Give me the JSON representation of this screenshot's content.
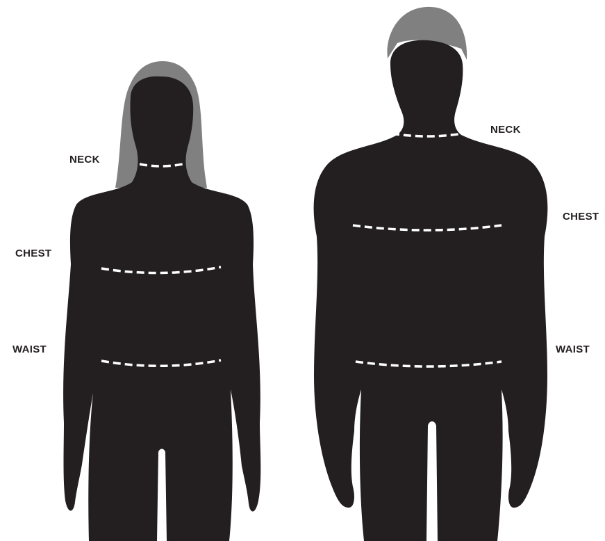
{
  "figures": {
    "female": {
      "labels": {
        "neck": "NECK",
        "chest": "CHEST",
        "waist": "WAIST"
      }
    },
    "male": {
      "labels": {
        "neck": "NECK",
        "chest": "CHEST",
        "waist": "WAIST"
      }
    }
  },
  "colors": {
    "body": "#231f20",
    "hair": "#808080",
    "measure_line": "#ffffff",
    "background": "#ffffff",
    "label_text": "#231f20"
  }
}
